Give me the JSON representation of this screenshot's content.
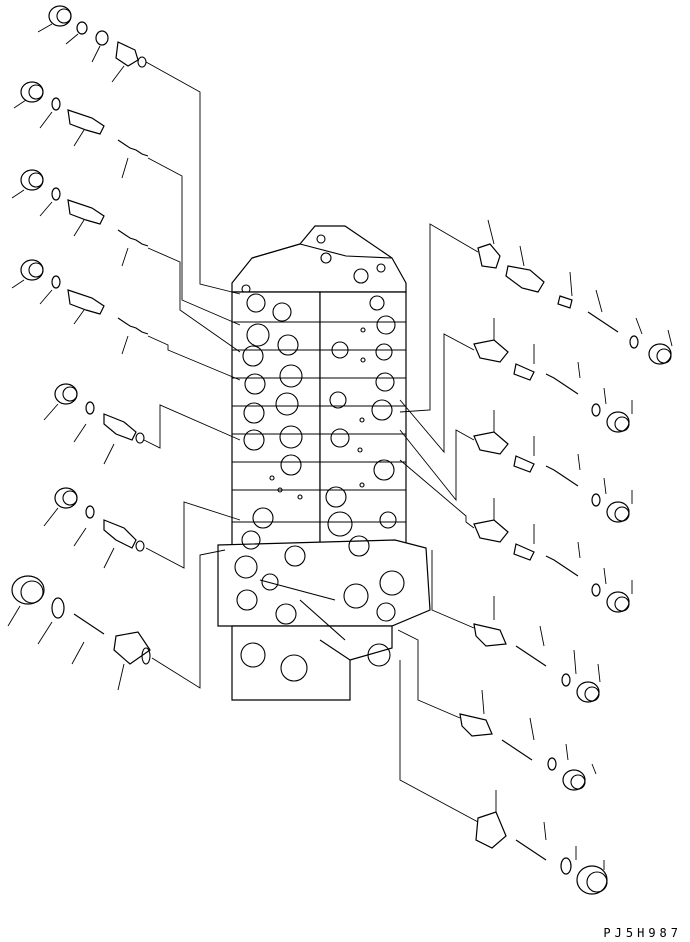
{
  "drawing": {
    "code": "PJ5H987"
  },
  "left_rows": [
    {
      "id": "row1",
      "parts": [
        "plug",
        "o-ring",
        "collar",
        "spool-end"
      ]
    },
    {
      "id": "row2",
      "parts": [
        "plug",
        "o-ring",
        "spool",
        "spring"
      ]
    },
    {
      "id": "row3",
      "parts": [
        "plug",
        "o-ring",
        "spool",
        "spring"
      ]
    },
    {
      "id": "row4",
      "parts": [
        "plug",
        "o-ring",
        "spool",
        "spring"
      ]
    },
    {
      "id": "row5",
      "parts": [
        "plug",
        "o-ring",
        "spool"
      ]
    },
    {
      "id": "row6",
      "parts": [
        "plug",
        "o-ring",
        "spool"
      ]
    },
    {
      "id": "row7",
      "parts": [
        "large-plug",
        "o-ring",
        "spring",
        "sleeve"
      ]
    }
  ],
  "right_rows": [
    {
      "id": "rrow1",
      "parts": [
        "sleeve",
        "poppet",
        "pin",
        "spring",
        "o-ring",
        "plug"
      ]
    },
    {
      "id": "rrow2",
      "parts": [
        "poppet",
        "pin",
        "spring",
        "o-ring",
        "plug"
      ]
    },
    {
      "id": "rrow3",
      "parts": [
        "poppet",
        "pin",
        "spring",
        "o-ring",
        "plug"
      ]
    },
    {
      "id": "rrow4",
      "parts": [
        "poppet",
        "pin",
        "spring",
        "o-ring",
        "plug"
      ]
    },
    {
      "id": "rrow5",
      "parts": [
        "poppet",
        "spring",
        "o-ring",
        "plug"
      ]
    },
    {
      "id": "rrow6",
      "parts": [
        "poppet",
        "spring",
        "o-ring",
        "plug"
      ]
    },
    {
      "id": "rrow7",
      "parts": [
        "sleeve",
        "spring",
        "o-ring",
        "plug"
      ]
    }
  ]
}
